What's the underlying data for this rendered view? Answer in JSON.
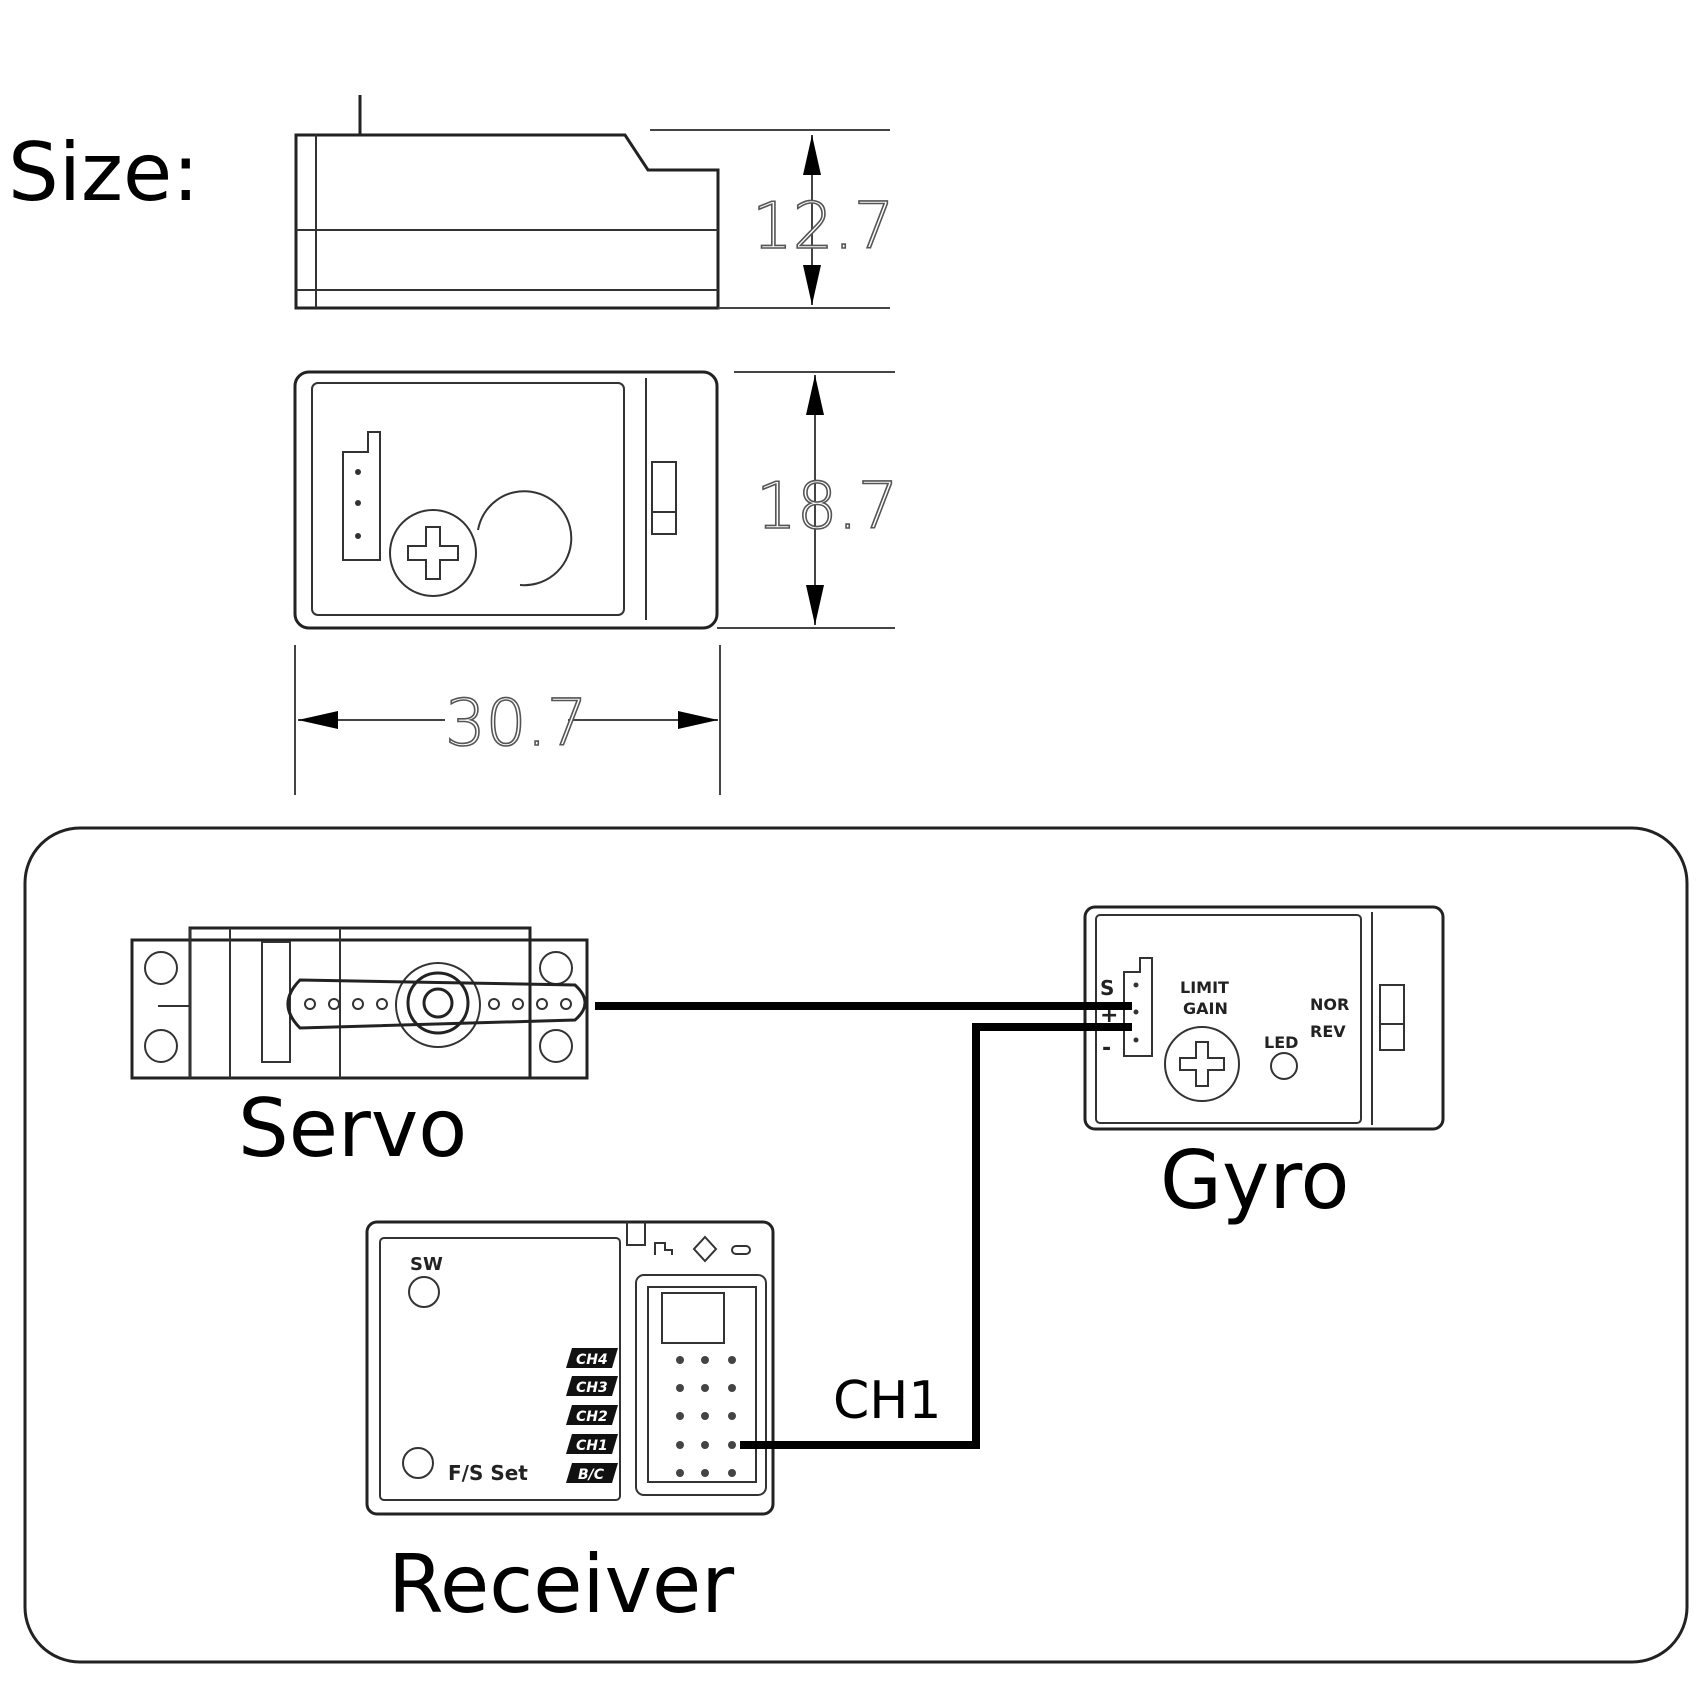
{
  "size_label": "Size:",
  "dimensions": {
    "height": "12.7",
    "depth": "18.7",
    "width": "30.7"
  },
  "components": {
    "servo": "Servo",
    "gyro": "Gyro",
    "receiver": "Receiver"
  },
  "gyro_labels": {
    "s": "S",
    "plus": "+",
    "minus": "-",
    "limit": "LIMIT",
    "gain": "GAIN",
    "nor": "NOR",
    "rev": "REV",
    "led": "LED"
  },
  "receiver_labels": {
    "sw": "SW",
    "fs_set": "F/S Set",
    "channels": [
      "CH4",
      "CH3",
      "CH2",
      "CH1",
      "B/C"
    ]
  },
  "connection_label": "CH1"
}
